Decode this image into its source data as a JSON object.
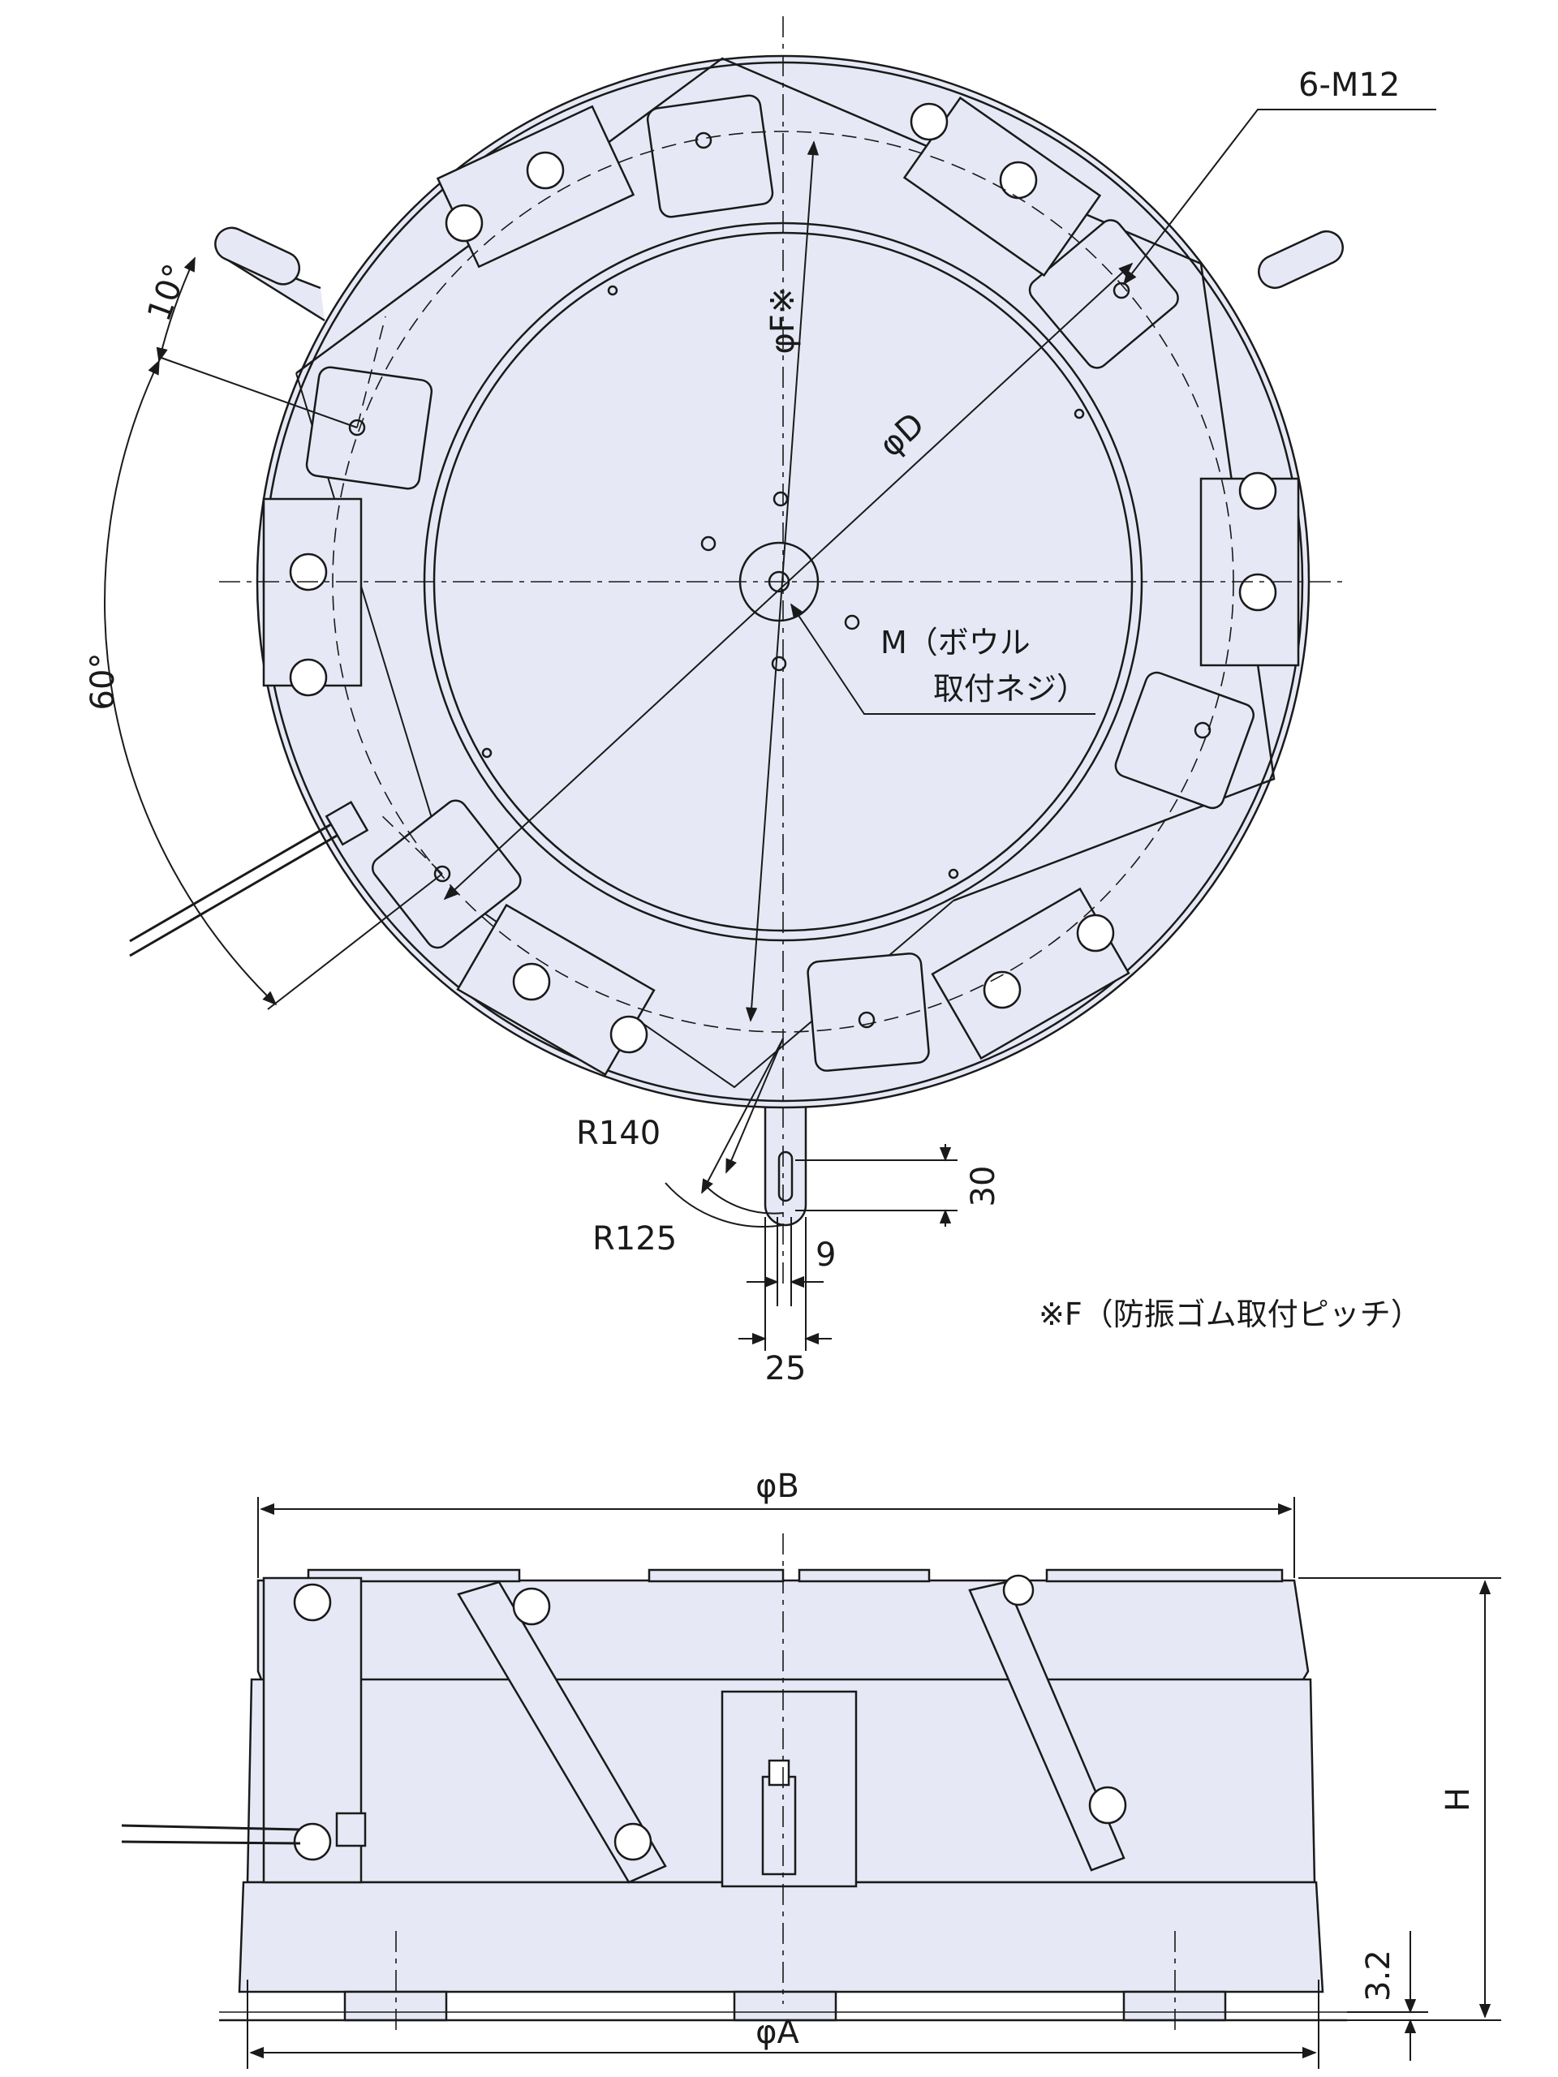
{
  "labels": {
    "bolt_spec": "6-M12",
    "angle_small": "10°",
    "angle_large": "60°",
    "phi_f": "φF※",
    "phi_d": "φD",
    "m_line1": "M（ボウル",
    "m_line2": "取付ネジ）",
    "r140": "R140",
    "r125": "R125",
    "dim_30": "30",
    "dim_9": "9",
    "dim_25": "25",
    "note": "※F（防振ゴム取付ピッチ）",
    "phi_b": "φB",
    "phi_a": "φA",
    "height": "H",
    "dim_32": "3.2"
  },
  "colors": {
    "body_fill": "#e6e9f5",
    "line": "#1a1a1a"
  }
}
